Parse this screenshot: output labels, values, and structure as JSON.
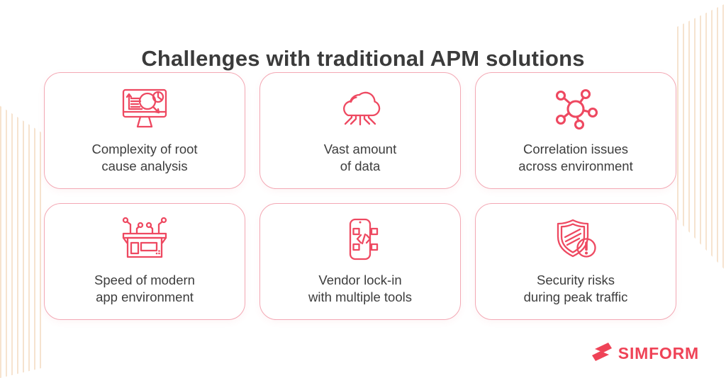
{
  "title": "Challenges with traditional APM solutions",
  "cards": [
    {
      "id": "root-cause",
      "icon": "monitor-magnifier-icon",
      "lines": [
        "Complexity of root",
        "cause analysis"
      ]
    },
    {
      "id": "vast-data",
      "icon": "cloud-data-icon",
      "lines": [
        "Vast amount",
        "of data"
      ]
    },
    {
      "id": "correlation",
      "icon": "network-hub-icon",
      "lines": [
        "Correlation issues",
        "across environment"
      ]
    },
    {
      "id": "speed",
      "icon": "container-circuit-icon",
      "lines": [
        "Speed of modern",
        "app environment"
      ]
    },
    {
      "id": "vendor-lockin",
      "icon": "phone-code-icon",
      "lines": [
        "Vendor lock-in",
        "with multiple tools"
      ]
    },
    {
      "id": "security",
      "icon": "shield-alert-icon",
      "lines": [
        "Security risks",
        "during peak traffic"
      ]
    }
  ],
  "footer": {
    "brand": "SIMFORM"
  },
  "colors": {
    "accent": "#ee4961",
    "card_border": "#f3a8b4",
    "title_ink": "#3b3b3b",
    "background_stripe": "#f6e3cf",
    "logo_red": "#ef4357"
  }
}
